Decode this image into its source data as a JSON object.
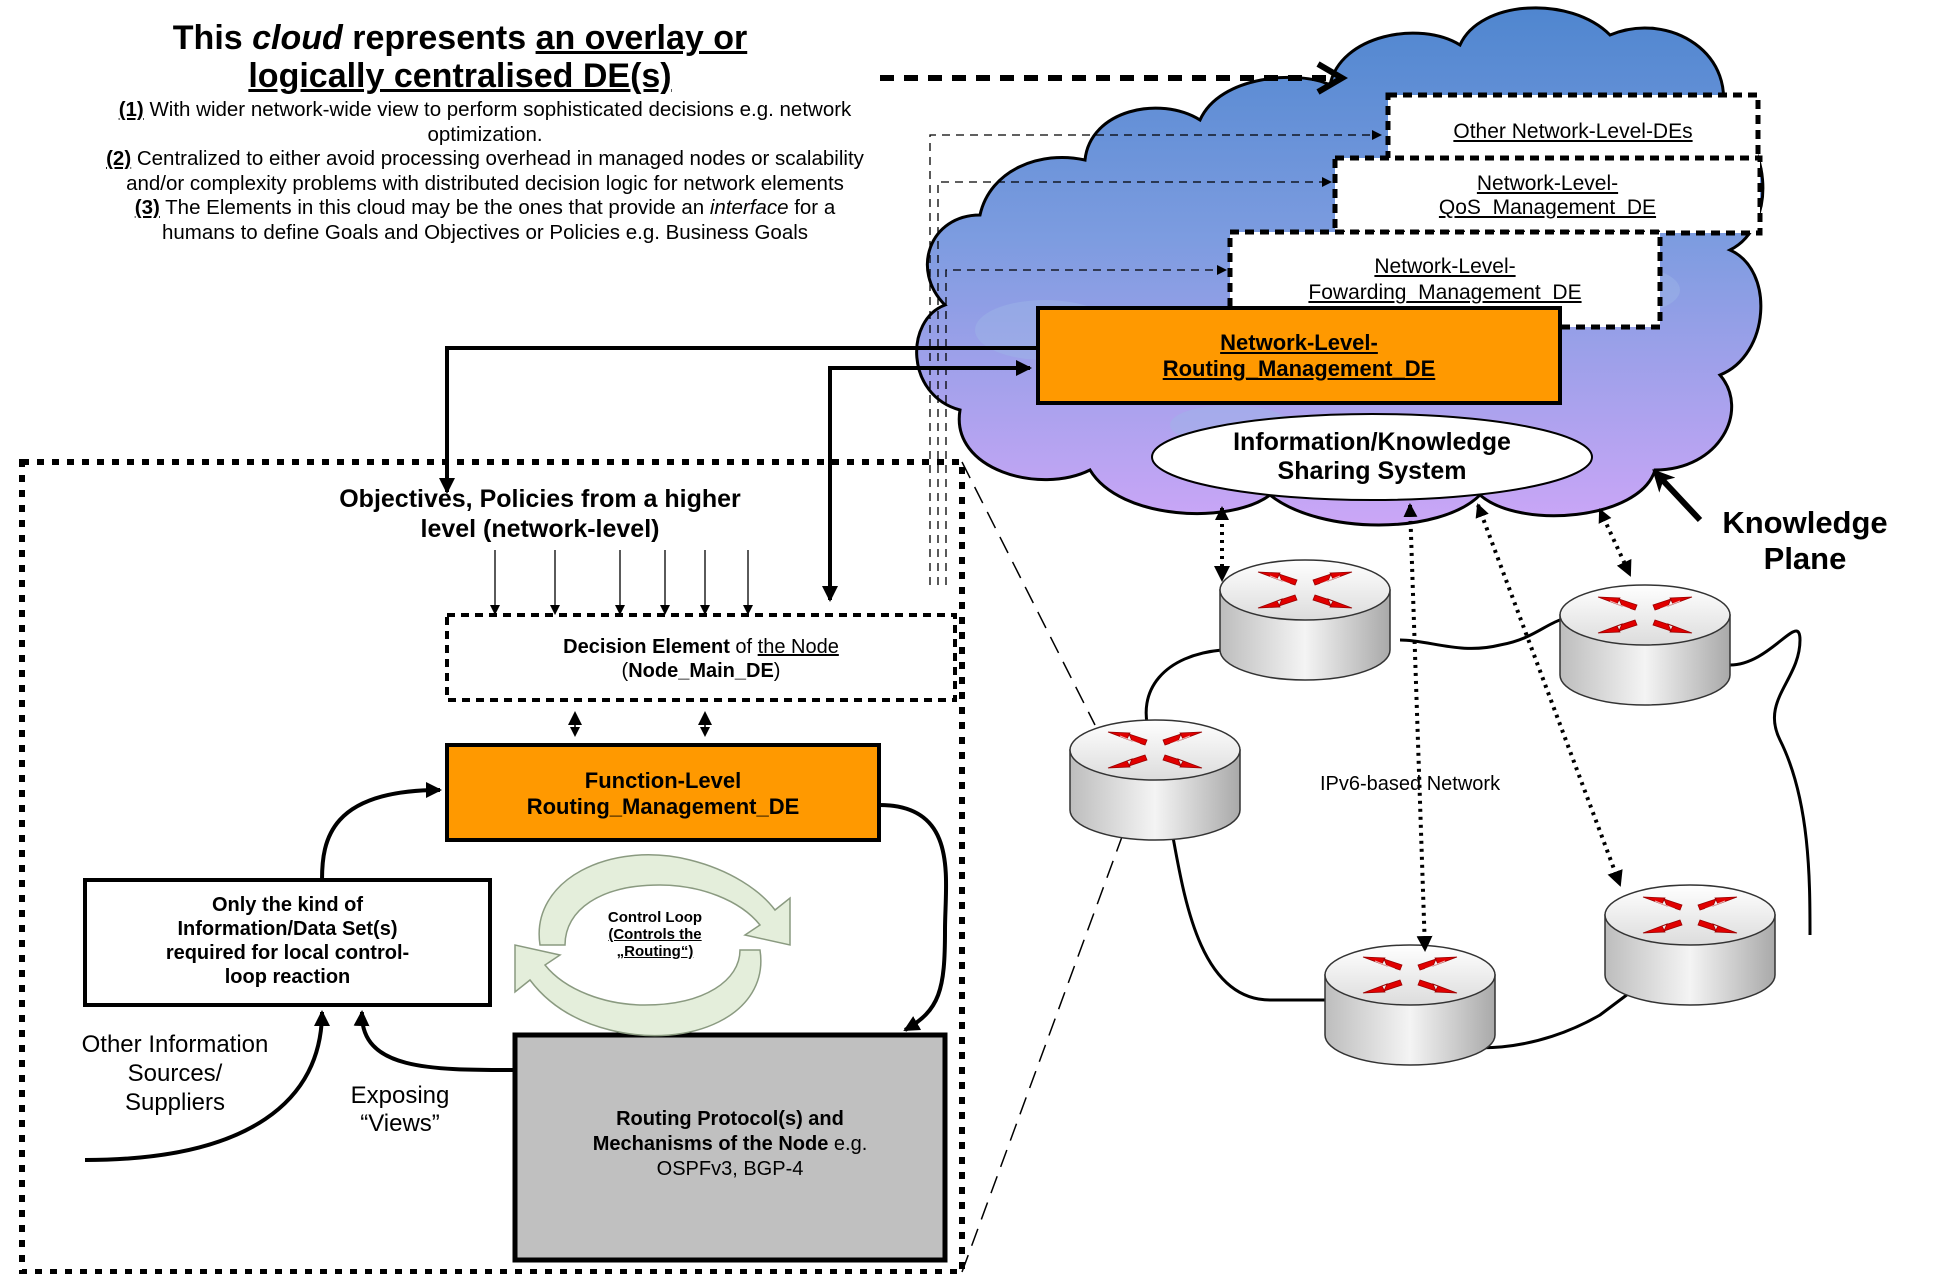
{
  "title": {
    "line1_pre": "This ",
    "line1_italic": "cloud",
    "line1_mid": " represents ",
    "line1_underlined": "an overlay or",
    "line2": "logically centralised DE(s)"
  },
  "notes": [
    {
      "num": "(1)",
      "text": " With wider network-wide view to perform sophisticated decisions e.g. network optimization."
    },
    {
      "num": "(2)",
      "text": " Centralized to either avoid processing overhead in managed nodes or scalability and/or complexity problems with distributed decision logic for network elements"
    },
    {
      "num": "(3)",
      "text": " The Elements in this cloud may be the ones that provide an ",
      "italic": "interface",
      "text2": " for a humans to define Goals and Objectives or Policies e.g. Business Goals"
    }
  ],
  "cloud": {
    "other_des": "Other Network-Level-DEs",
    "qos_line1": "Network-Level-",
    "qos_line2": "QoS_Management_DE",
    "fwd_line1": "Network-Level-",
    "fwd_line2": "Fowarding_Management_DE",
    "routing_line1": "Network-Level-",
    "routing_line2": "Routing_Management_DE",
    "iks_line1": "Information/Knowledge",
    "iks_line2": "Sharing System"
  },
  "knowledge_plane": {
    "line1": "Knowledge",
    "line2": "Plane"
  },
  "network_label": "IPv6-based Network",
  "node": {
    "objectives_line1": "Objectives, Policies from a higher",
    "objectives_line2": "level (network-level)",
    "decision_bold": "Decision Element",
    "decision_of": " of ",
    "decision_u": "the Node",
    "decision_line2_open": "(",
    "decision_line2_bold": "Node_Main_DE",
    "decision_line2_close": ")",
    "function_line1": "Function-Level",
    "function_line2": "Routing_Management_DE",
    "info_line1": "Only the kind of",
    "info_line2": "Information/Data Set(s)",
    "info_line3": "required for local control-",
    "info_line4": "loop reaction",
    "control_loop_line1": "Control Loop",
    "control_loop_line2": "(Controls the",
    "control_loop_line3": "„Routing“)",
    "other_sources_line1": "Other Information",
    "other_sources_line2": "Sources/",
    "other_sources_line3": "Suppliers",
    "exposing_line1": "Exposing",
    "exposing_line2": "“Views”",
    "protocol_line1": "Routing Protocol(s) and",
    "protocol_line2_bold": "Mechanisms of the Node",
    "protocol_line2_rest": " e.g.",
    "protocol_line3": "OSPFv3, BGP-4"
  },
  "colors": {
    "orange": "#FF9900",
    "gray_box": "#C0C0C0",
    "cloud_top": "#5B8FD0",
    "cloud_bottom": "#C8A8F8",
    "router_arrow": "#E00000"
  },
  "icons": [
    "router-icon",
    "cloud-shape",
    "control-loop-icon"
  ]
}
